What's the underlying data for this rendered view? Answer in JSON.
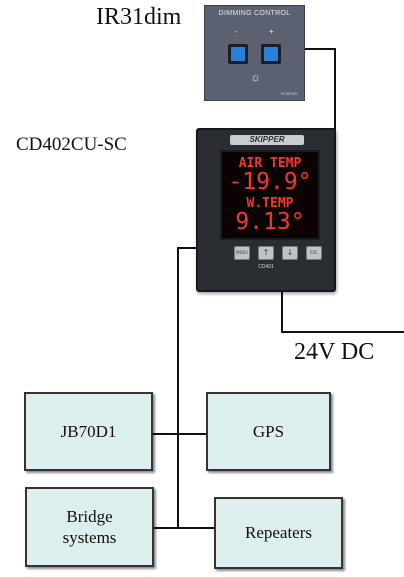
{
  "dimmer": {
    "label": "IR31dim",
    "panel_title": "DIMMING CONTROL",
    "minus": "-",
    "plus": "+",
    "sun": "☼",
    "maker": "ROBOSK"
  },
  "display_unit": {
    "label": "CD402CU-SC",
    "brand": "SKIPPER",
    "line1": "AIR TEMP",
    "line2": "-19.9°",
    "line3": "W.TEMP",
    "line4": "9.13°",
    "buttons": [
      "MENU",
      "↑",
      "↓",
      "ESC"
    ],
    "model": "CD401"
  },
  "power": {
    "label": "24V DC"
  },
  "boxes": {
    "jb": "JB70D1",
    "gps": "GPS",
    "bridge_line1": "Bridge",
    "bridge_line2": "systems",
    "repeaters": "Repeaters"
  },
  "colors": {
    "box_fill": "#dcefee",
    "led": "#f03a2e",
    "panel": "#5b6170",
    "button": "#2b7fd6"
  }
}
